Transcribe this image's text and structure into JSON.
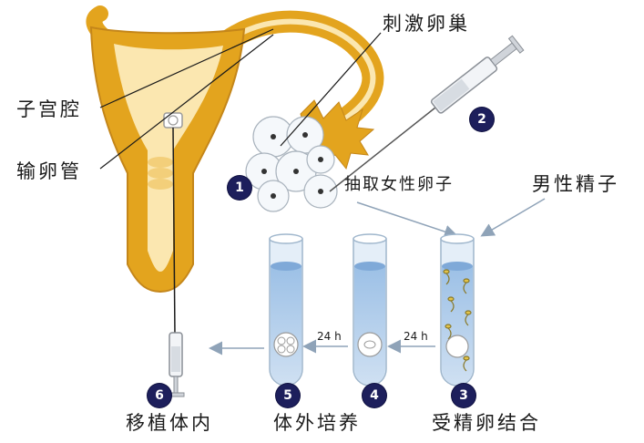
{
  "labels": {
    "uterus": "子宫腔",
    "fallopian_tube": "输卵管",
    "stimulate_ovary": "刺激卵巢",
    "retrieve_eggs": "抽取女性卵子",
    "male_sperm": "男性精子",
    "transfer": "移植体内",
    "culture": "体外培养",
    "fertilization": "受精卵结合",
    "time_1": "24 h",
    "time_2": "24 h"
  },
  "steps": [
    "1",
    "2",
    "3",
    "4",
    "5",
    "6"
  ],
  "colors": {
    "uterus_fill": "#e3a41e",
    "uterus_inner": "#fbe7b0",
    "badge": "#1d1f5c",
    "tube_liquid": "#7fa9d8",
    "tube_glass": "#e4eef8",
    "arrow": "#8fa3b8"
  }
}
